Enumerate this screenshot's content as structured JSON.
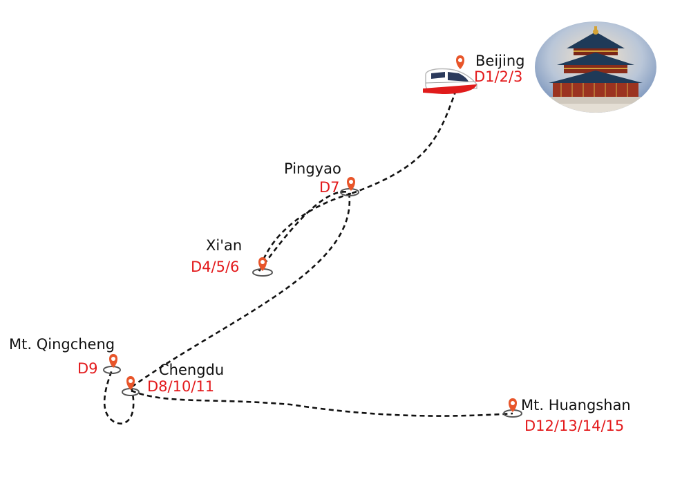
{
  "colors": {
    "route": "#111111",
    "marker": "#e8552a",
    "days_text": "#e3191b",
    "name_text": "#111111",
    "ring": "#555555"
  },
  "decorations": {
    "train_icon": "train-icon",
    "landmark_image": "temple-of-heaven"
  },
  "stops": [
    {
      "id": "beijing",
      "name": "Beijing",
      "days": "D1/2/3"
    },
    {
      "id": "pingyao",
      "name": "Pingyao",
      "days": "D7"
    },
    {
      "id": "xian",
      "name": "Xi'an",
      "days": "D4/5/6"
    },
    {
      "id": "qingcheng",
      "name": "Mt. Qingcheng",
      "days": "D9"
    },
    {
      "id": "chengdu",
      "name": "Chengdu",
      "days": "D8/10/11"
    },
    {
      "id": "huangshan",
      "name": "Mt. Huangshan",
      "days": "D12/13/14/15"
    }
  ]
}
